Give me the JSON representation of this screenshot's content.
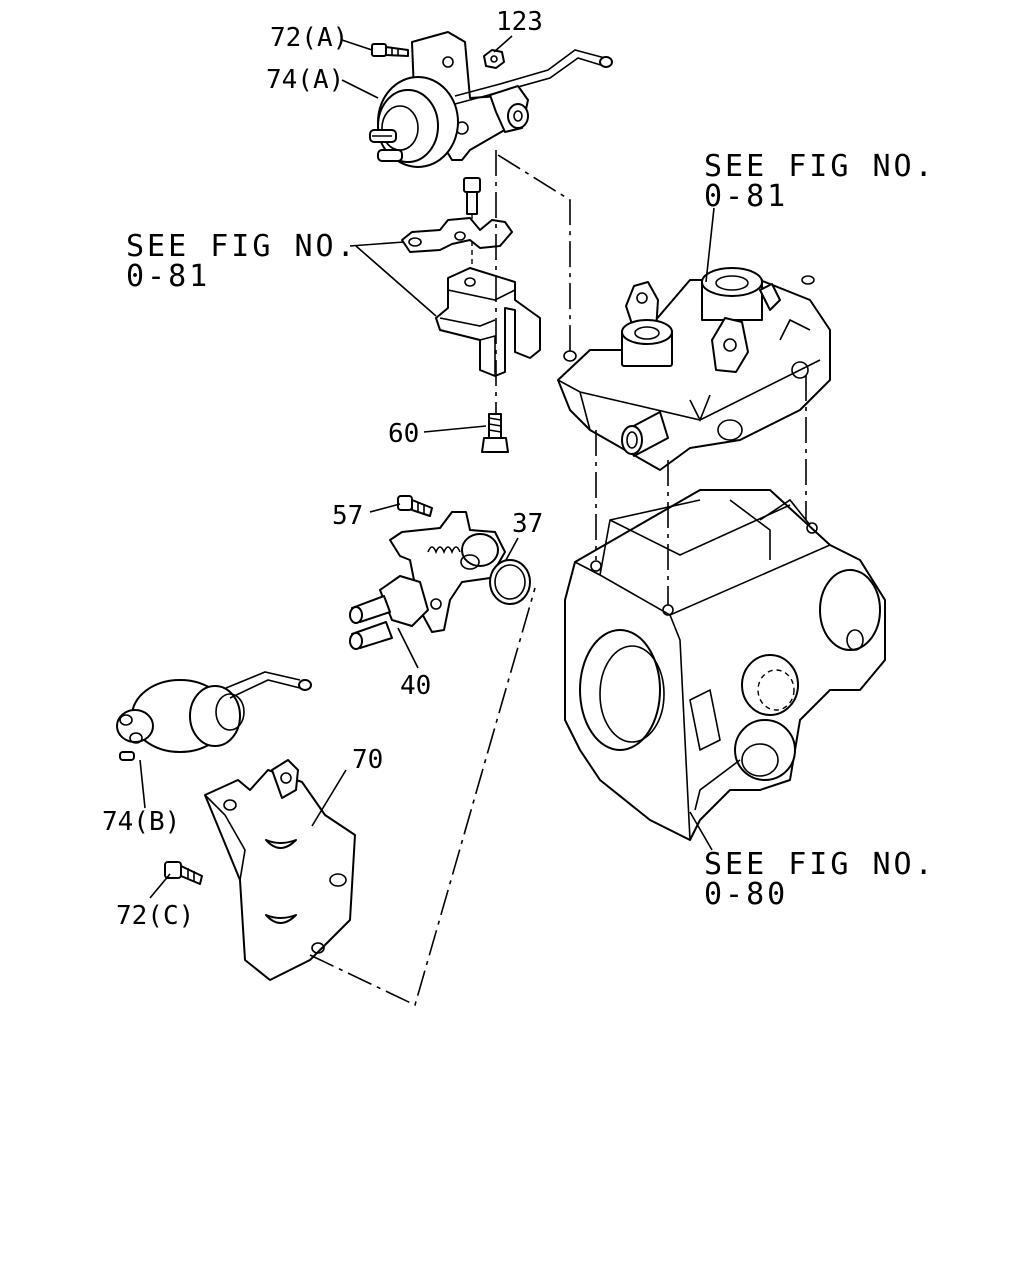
{
  "callouts": {
    "c72a": "72(A)",
    "c74a": "74(A)",
    "c123": "123",
    "c60": "60",
    "c57": "57",
    "c37": "37",
    "c40": "40",
    "c70": "70",
    "c74b": "74(B)",
    "c72c": "72(C)"
  },
  "references": {
    "top_right": {
      "line1": "SEE FIG NO.",
      "line2": "0-81"
    },
    "left": {
      "line1": "SEE FIG NO.",
      "line2": "0-81"
    },
    "bottom_right": {
      "line1": "SEE FIG NO.",
      "line2": "0-80"
    }
  }
}
